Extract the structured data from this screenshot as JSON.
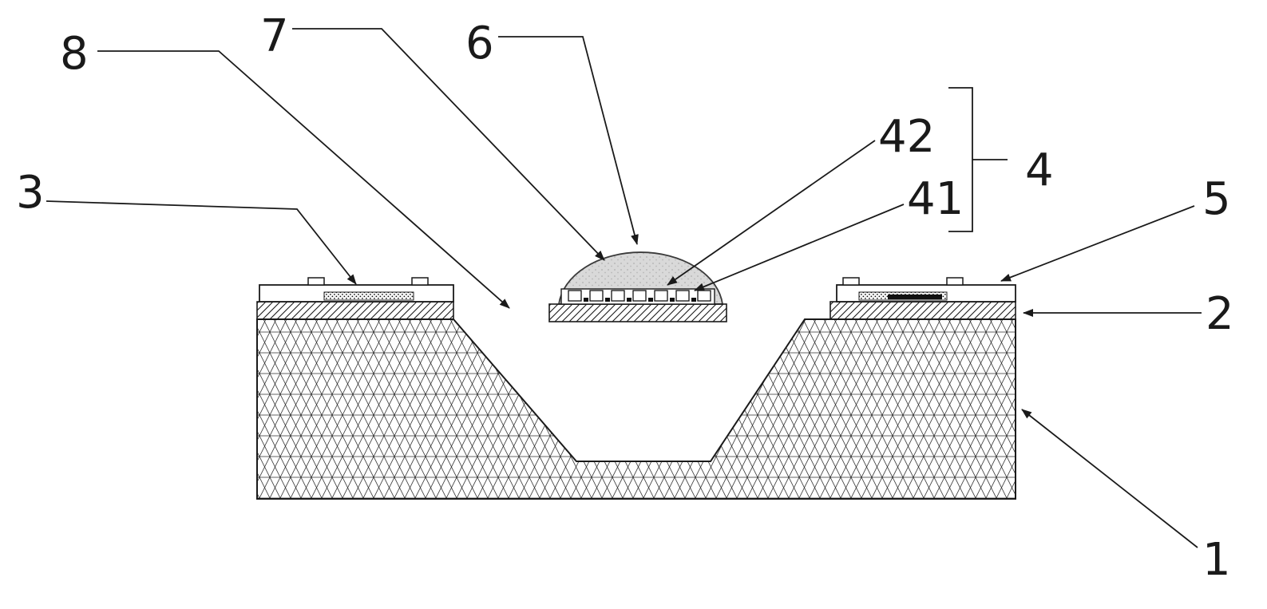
{
  "figure": {
    "background": "#ffffff",
    "line_color": "#1a1a1a",
    "dome_fill": "#d9d9d9",
    "labels": {
      "l1": "1",
      "l2": "2",
      "l3": "3",
      "l4": "4",
      "l5": "5",
      "l6": "6",
      "l7": "7",
      "l8": "8",
      "l41": "41",
      "l42": "42"
    }
  }
}
